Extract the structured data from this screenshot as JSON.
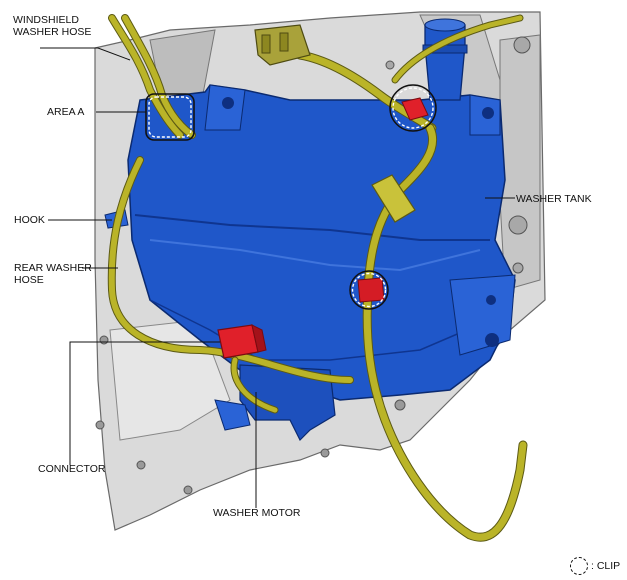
{
  "labels": {
    "windshield_hose": [
      "WINDSHIELD",
      "WASHER HOSE"
    ],
    "area_a": "AREA A",
    "hook": "HOOK",
    "rear_hose": [
      "REAR WASHER",
      "HOSE"
    ],
    "connector": "CONNECTOR",
    "washer_motor": "WASHER MOTOR",
    "washer_tank": "WASHER TANK"
  },
  "legend": {
    "clip": ": CLIP"
  },
  "colors": {
    "tank_blue": "#1f57c9",
    "hose_yellow": "#b9b327",
    "connector_red": "#e0202a",
    "panel_gray": "#d8d8d8"
  }
}
